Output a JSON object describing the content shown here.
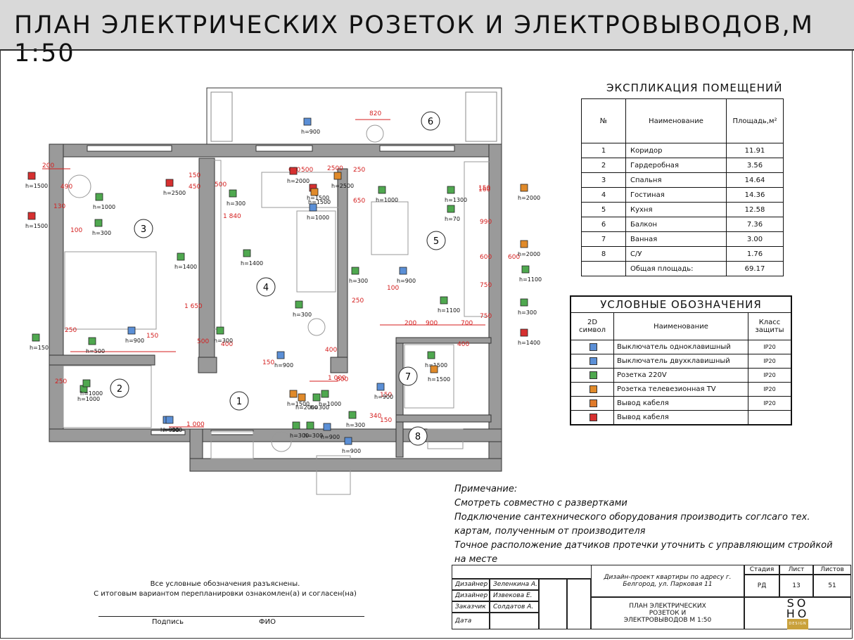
{
  "title": "ПЛАН ЭЛЕКТРИЧЕСКИХ РОЗЕТОК И ЭЛЕКТРОВЫВОДОВ,М 1:50",
  "explication": {
    "title": "ЭКСПЛИКАЦИЯ ПОМЕЩЕНИЙ",
    "headers": [
      "№",
      "Наименование",
      "Площадь,м²"
    ],
    "rows": [
      {
        "n": "1",
        "name": "Коридор",
        "area": "11.91"
      },
      {
        "n": "2",
        "name": "Гардеробная",
        "area": "3.56"
      },
      {
        "n": "3",
        "name": "Спальня",
        "area": "14.64"
      },
      {
        "n": "4",
        "name": "Гостиная",
        "area": "14.36"
      },
      {
        "n": "5",
        "name": "Кухня",
        "area": "12.58"
      },
      {
        "n": "6",
        "name": "Балкон",
        "area": "7.36"
      },
      {
        "n": "7",
        "name": "Ванная",
        "area": "3.00"
      },
      {
        "n": "8",
        "name": "С/У",
        "area": "1.76"
      }
    ],
    "total_label": "Общая площадь:",
    "total_area": "69.17"
  },
  "legend": {
    "title": "УСЛОВНЫЕ ОБОЗНАЧЕНИЯ",
    "headers": [
      "2D символ",
      "Наименование",
      "Класс защиты"
    ],
    "rows": [
      {
        "name": "Выключатель одноклавишный",
        "cls": "IP20",
        "color": "#5b8fd6"
      },
      {
        "name": "Выключатель двухклавишный",
        "cls": "IP20",
        "color": "#5b8fd6"
      },
      {
        "name": "Розетка 220V",
        "cls": "IP20",
        "color": "#4fa84f"
      },
      {
        "name": "Розетка телевезионная TV",
        "cls": "IP20",
        "color": "#e08a2a"
      },
      {
        "name": "Вывод кабеля",
        "cls": "IP20",
        "color": "#e07a2a"
      },
      {
        "name": "Вывод кабеля",
        "cls": "",
        "color": "#d63030"
      }
    ]
  },
  "notes": {
    "heading": "Примечание:",
    "lines": [
      "Смотреть совместно с развертками",
      "Подключение сантехнического оборудования производить соглсаго тех. картам, полученным от производителя",
      "Точное расположение датчиков протечки уточнить с управляющим стройкой на месте"
    ]
  },
  "signoff": {
    "line1": "Все условные обозначения разъяснены.",
    "line2": "С итоговым вариантом перепланировки ознакомлен(а) и согласен(на)",
    "sign_label": "Подпись",
    "name_label": "ФИО"
  },
  "stamp": {
    "roles": [
      {
        "role": "Дизайнер",
        "name": "Зеленкина А."
      },
      {
        "role": "Дизайнер",
        "name": "Извекова Е."
      },
      {
        "role": "Заказчик",
        "name": "Солдатов А."
      },
      {
        "role": "Дата",
        "name": ""
      }
    ],
    "project": "Дизайн-проект квартиры по адресу г. Белгород, ул. Парковая 11",
    "stage_label": "Стадия",
    "stage": "РД",
    "sheet_label": "Лист",
    "sheet": "13",
    "sheets_label": "Листов",
    "sheets": "51",
    "drawing_title": "ПЛАН ЭЛЕКТРИЧЕСКИХ РОЗЕТОК И ЭЛЕКТРОВЫВОДОВ М 1:50",
    "logo_top": "SO",
    "logo_bottom": "HO",
    "logo_sub": "DESIGN"
  },
  "plan": {
    "room_numbers": [
      "1",
      "2",
      "3",
      "4",
      "5",
      "6",
      "7",
      "8"
    ],
    "heights": [
      "h=1500",
      "h=900",
      "h=2500",
      "h=1000",
      "h=300",
      "h=1500",
      "h=1500",
      "h=1400",
      "h=1400",
      "h=900",
      "h=500",
      "h=150",
      "h=300",
      "h=1000",
      "h=900",
      "h=1500",
      "h=1000",
      "h=300",
      "h=2000",
      "h=300",
      "h=900",
      "h=300",
      "h=900",
      "h=1300",
      "h=70",
      "h=2000",
      "h=2000",
      "h=1100",
      "h=1100",
      "h=300",
      "h=1400",
      "h=1500",
      "h=1500",
      "h=300",
      "h=900",
      "h=2000",
      "h=300",
      "h=900",
      "h=300",
      "h=900",
      "h=1000",
      "h=2500",
      "h=1000",
      "h=300",
      "h=1500",
      "h=1000",
      "h=900"
    ],
    "dimensions": [
      "820",
      "200",
      "490",
      "130",
      "100",
      "2500",
      "450",
      "150",
      "500",
      "1 840",
      "600",
      "500",
      "250",
      "650",
      "160",
      "150",
      "990",
      "600",
      "600",
      "750",
      "100",
      "1 650",
      "250",
      "150",
      "400",
      "500",
      "400",
      "150",
      "800",
      "1 000",
      "250",
      "200",
      "900",
      "700",
      "750",
      "400",
      "250",
      "340",
      "150",
      "150",
      "1 000"
    ]
  },
  "colors": {
    "wall": "#9a9a9a",
    "dim": "#d41e1e",
    "switch": "#5b8fd6",
    "socket": "#4fa84f",
    "tv": "#e08a2a",
    "cable": "#d63030"
  }
}
